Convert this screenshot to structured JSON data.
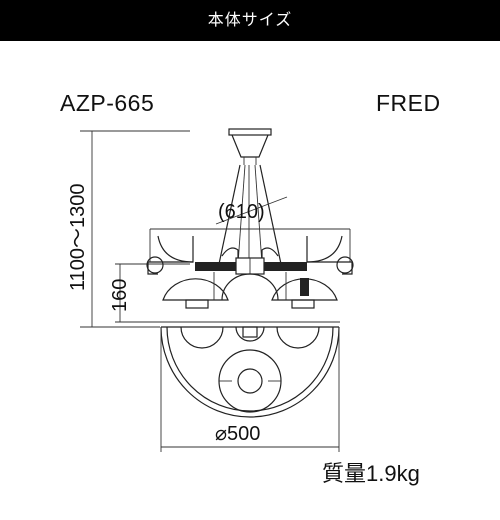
{
  "header": {
    "title": "本体サイズ"
  },
  "product": {
    "model": "AZP-665",
    "name": "FRED"
  },
  "dimensions": {
    "height_range": "1100～1300",
    "fixture_height": "160",
    "span": "(610)",
    "diameter": "⌀500"
  },
  "weight": "質量1.9kg"
}
